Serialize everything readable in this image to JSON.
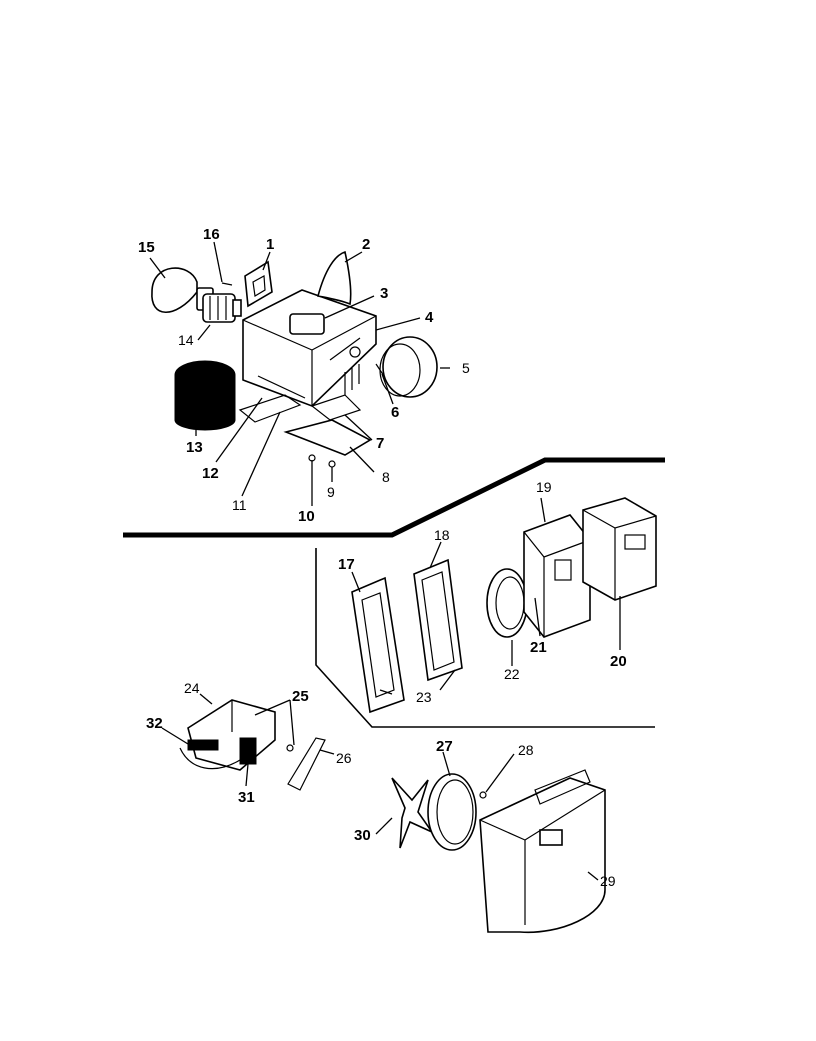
{
  "parts": [
    {
      "id": "p1",
      "label": "1"
    },
    {
      "id": "p2",
      "label": "2"
    },
    {
      "id": "p3",
      "label": "3"
    },
    {
      "id": "p4",
      "label": "4"
    },
    {
      "id": "p5",
      "label": "5"
    },
    {
      "id": "p6",
      "label": "6"
    },
    {
      "id": "p7",
      "label": "7"
    },
    {
      "id": "p8",
      "label": "8"
    },
    {
      "id": "p9",
      "label": "9"
    },
    {
      "id": "p10",
      "label": "10"
    },
    {
      "id": "p11",
      "label": "11"
    },
    {
      "id": "p12",
      "label": "12"
    },
    {
      "id": "p13",
      "label": "13"
    },
    {
      "id": "p14",
      "label": "14"
    },
    {
      "id": "p15",
      "label": "15"
    },
    {
      "id": "p16",
      "label": "16"
    },
    {
      "id": "p17",
      "label": "17"
    },
    {
      "id": "p18",
      "label": "18"
    },
    {
      "id": "p19",
      "label": "19"
    },
    {
      "id": "p20",
      "label": "20"
    },
    {
      "id": "p21",
      "label": "21"
    },
    {
      "id": "p22",
      "label": "22"
    },
    {
      "id": "p23",
      "label": "23"
    },
    {
      "id": "p24",
      "label": "24"
    },
    {
      "id": "p25",
      "label": "25"
    },
    {
      "id": "p26",
      "label": "26"
    },
    {
      "id": "p27",
      "label": "27"
    },
    {
      "id": "p28",
      "label": "28"
    },
    {
      "id": "p29",
      "label": "29"
    },
    {
      "id": "p30",
      "label": "30"
    },
    {
      "id": "p31",
      "label": "31"
    },
    {
      "id": "p32",
      "label": "32"
    }
  ]
}
